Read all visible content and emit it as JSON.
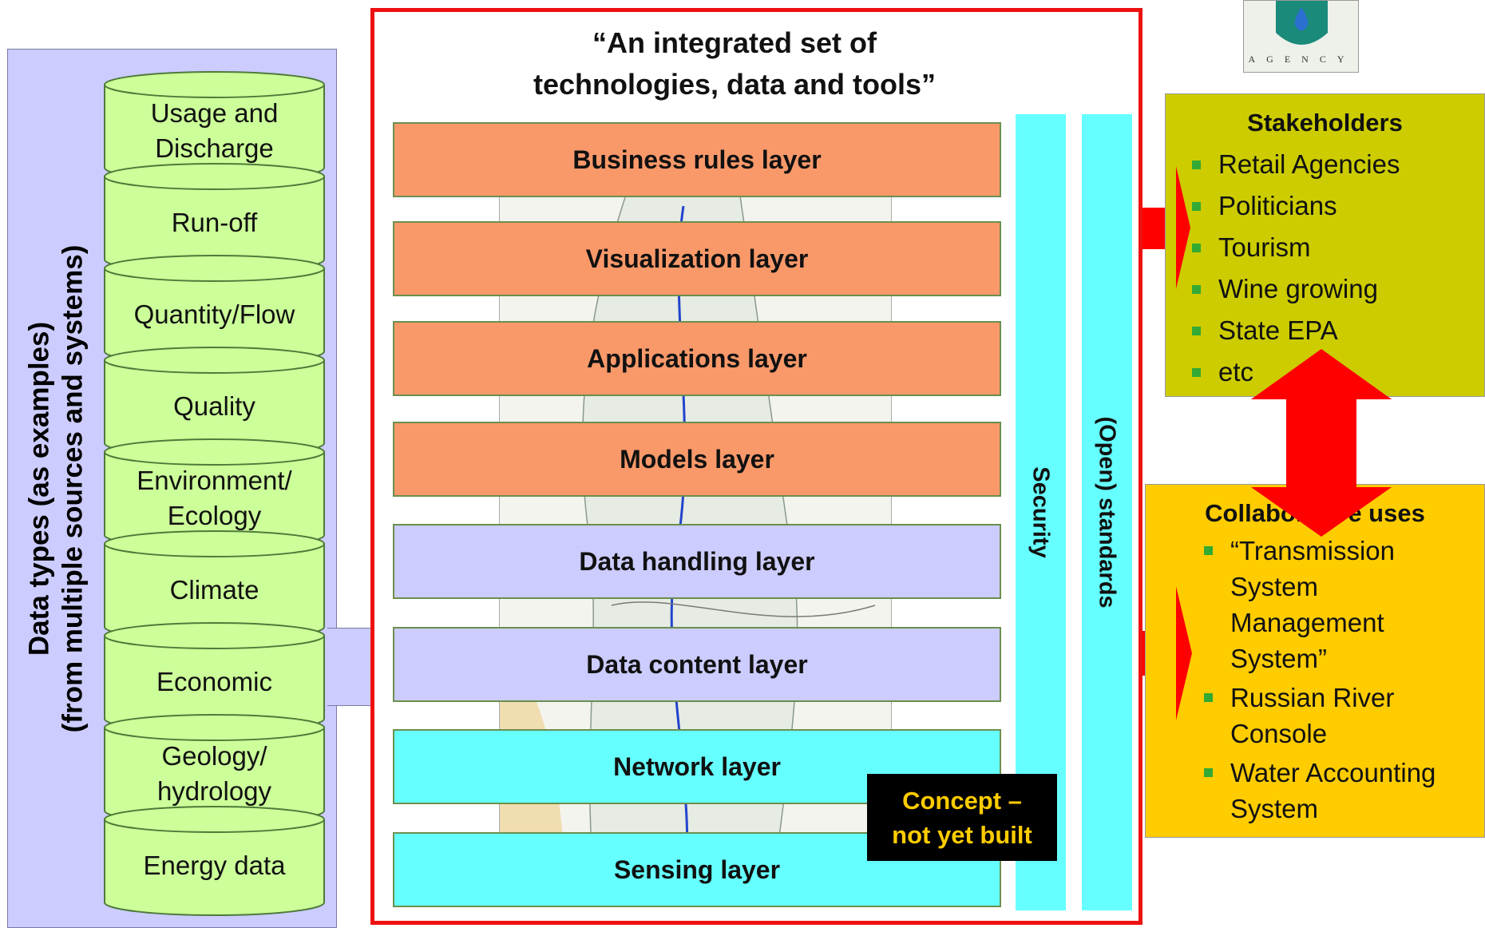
{
  "left_panel": {
    "title_line1": "Data types (as examples)",
    "title_line2": "(from multiple sources and systems)",
    "cylinders": [
      {
        "lines": [
          "Usage and",
          "Discharge"
        ]
      },
      {
        "lines": [
          "Run-off"
        ]
      },
      {
        "lines": [
          "Quantity/Flow"
        ]
      },
      {
        "lines": [
          "Quality"
        ]
      },
      {
        "lines": [
          "Environment/",
          "Ecology"
        ]
      },
      {
        "lines": [
          "Climate"
        ]
      },
      {
        "lines": [
          "Economic"
        ]
      },
      {
        "lines": [
          "Geology/",
          "hydrology"
        ]
      },
      {
        "lines": [
          "Energy data"
        ]
      }
    ]
  },
  "stack": {
    "title_line1": "“An integrated set of",
    "title_line2": "technologies, data and tools”",
    "layers": [
      {
        "label": "Business rules layer",
        "color": "orange"
      },
      {
        "label": "Visualization layer",
        "color": "orange"
      },
      {
        "label": "Applications layer",
        "color": "orange"
      },
      {
        "label": "Models layer",
        "color": "orange"
      },
      {
        "label": "Data handling layer",
        "color": "lilac"
      },
      {
        "label": "Data content layer",
        "color": "lilac"
      },
      {
        "label": "Network layer",
        "color": "cyan"
      },
      {
        "label": "Sensing layer",
        "color": "cyan"
      }
    ],
    "security_label": "Security",
    "standards_label": "(Open) standards",
    "concept_line1": "Concept –",
    "concept_line2": "not yet built"
  },
  "logo": {
    "text": "AGENCY"
  },
  "stakeholders": {
    "title": "Stakeholders",
    "items": [
      "Retail Agencies",
      "Politicians",
      "Tourism",
      "Wine growing",
      "State EPA",
      "etc"
    ]
  },
  "collaborative": {
    "title": "Collaborative uses",
    "items": [
      {
        "lines": [
          "“Transmission",
          "System",
          "Management",
          "System”"
        ]
      },
      {
        "lines": [
          "Russian River",
          "Console"
        ]
      },
      {
        "lines": [
          "Water Accounting",
          "System"
        ]
      }
    ]
  },
  "colors": {
    "frame_red": "#ee1111",
    "arrow_red": "#ff0000",
    "orange_layer": "#f9996a",
    "lilac_layer": "#ccccff",
    "cyan_layer": "#66ffff",
    "cylinder_green": "#ccff99",
    "stakeholders_bg": "#cccc00",
    "collab_bg": "#ffcc00",
    "concept_text": "#ffcc00",
    "bullet_green": "#33aa33"
  }
}
